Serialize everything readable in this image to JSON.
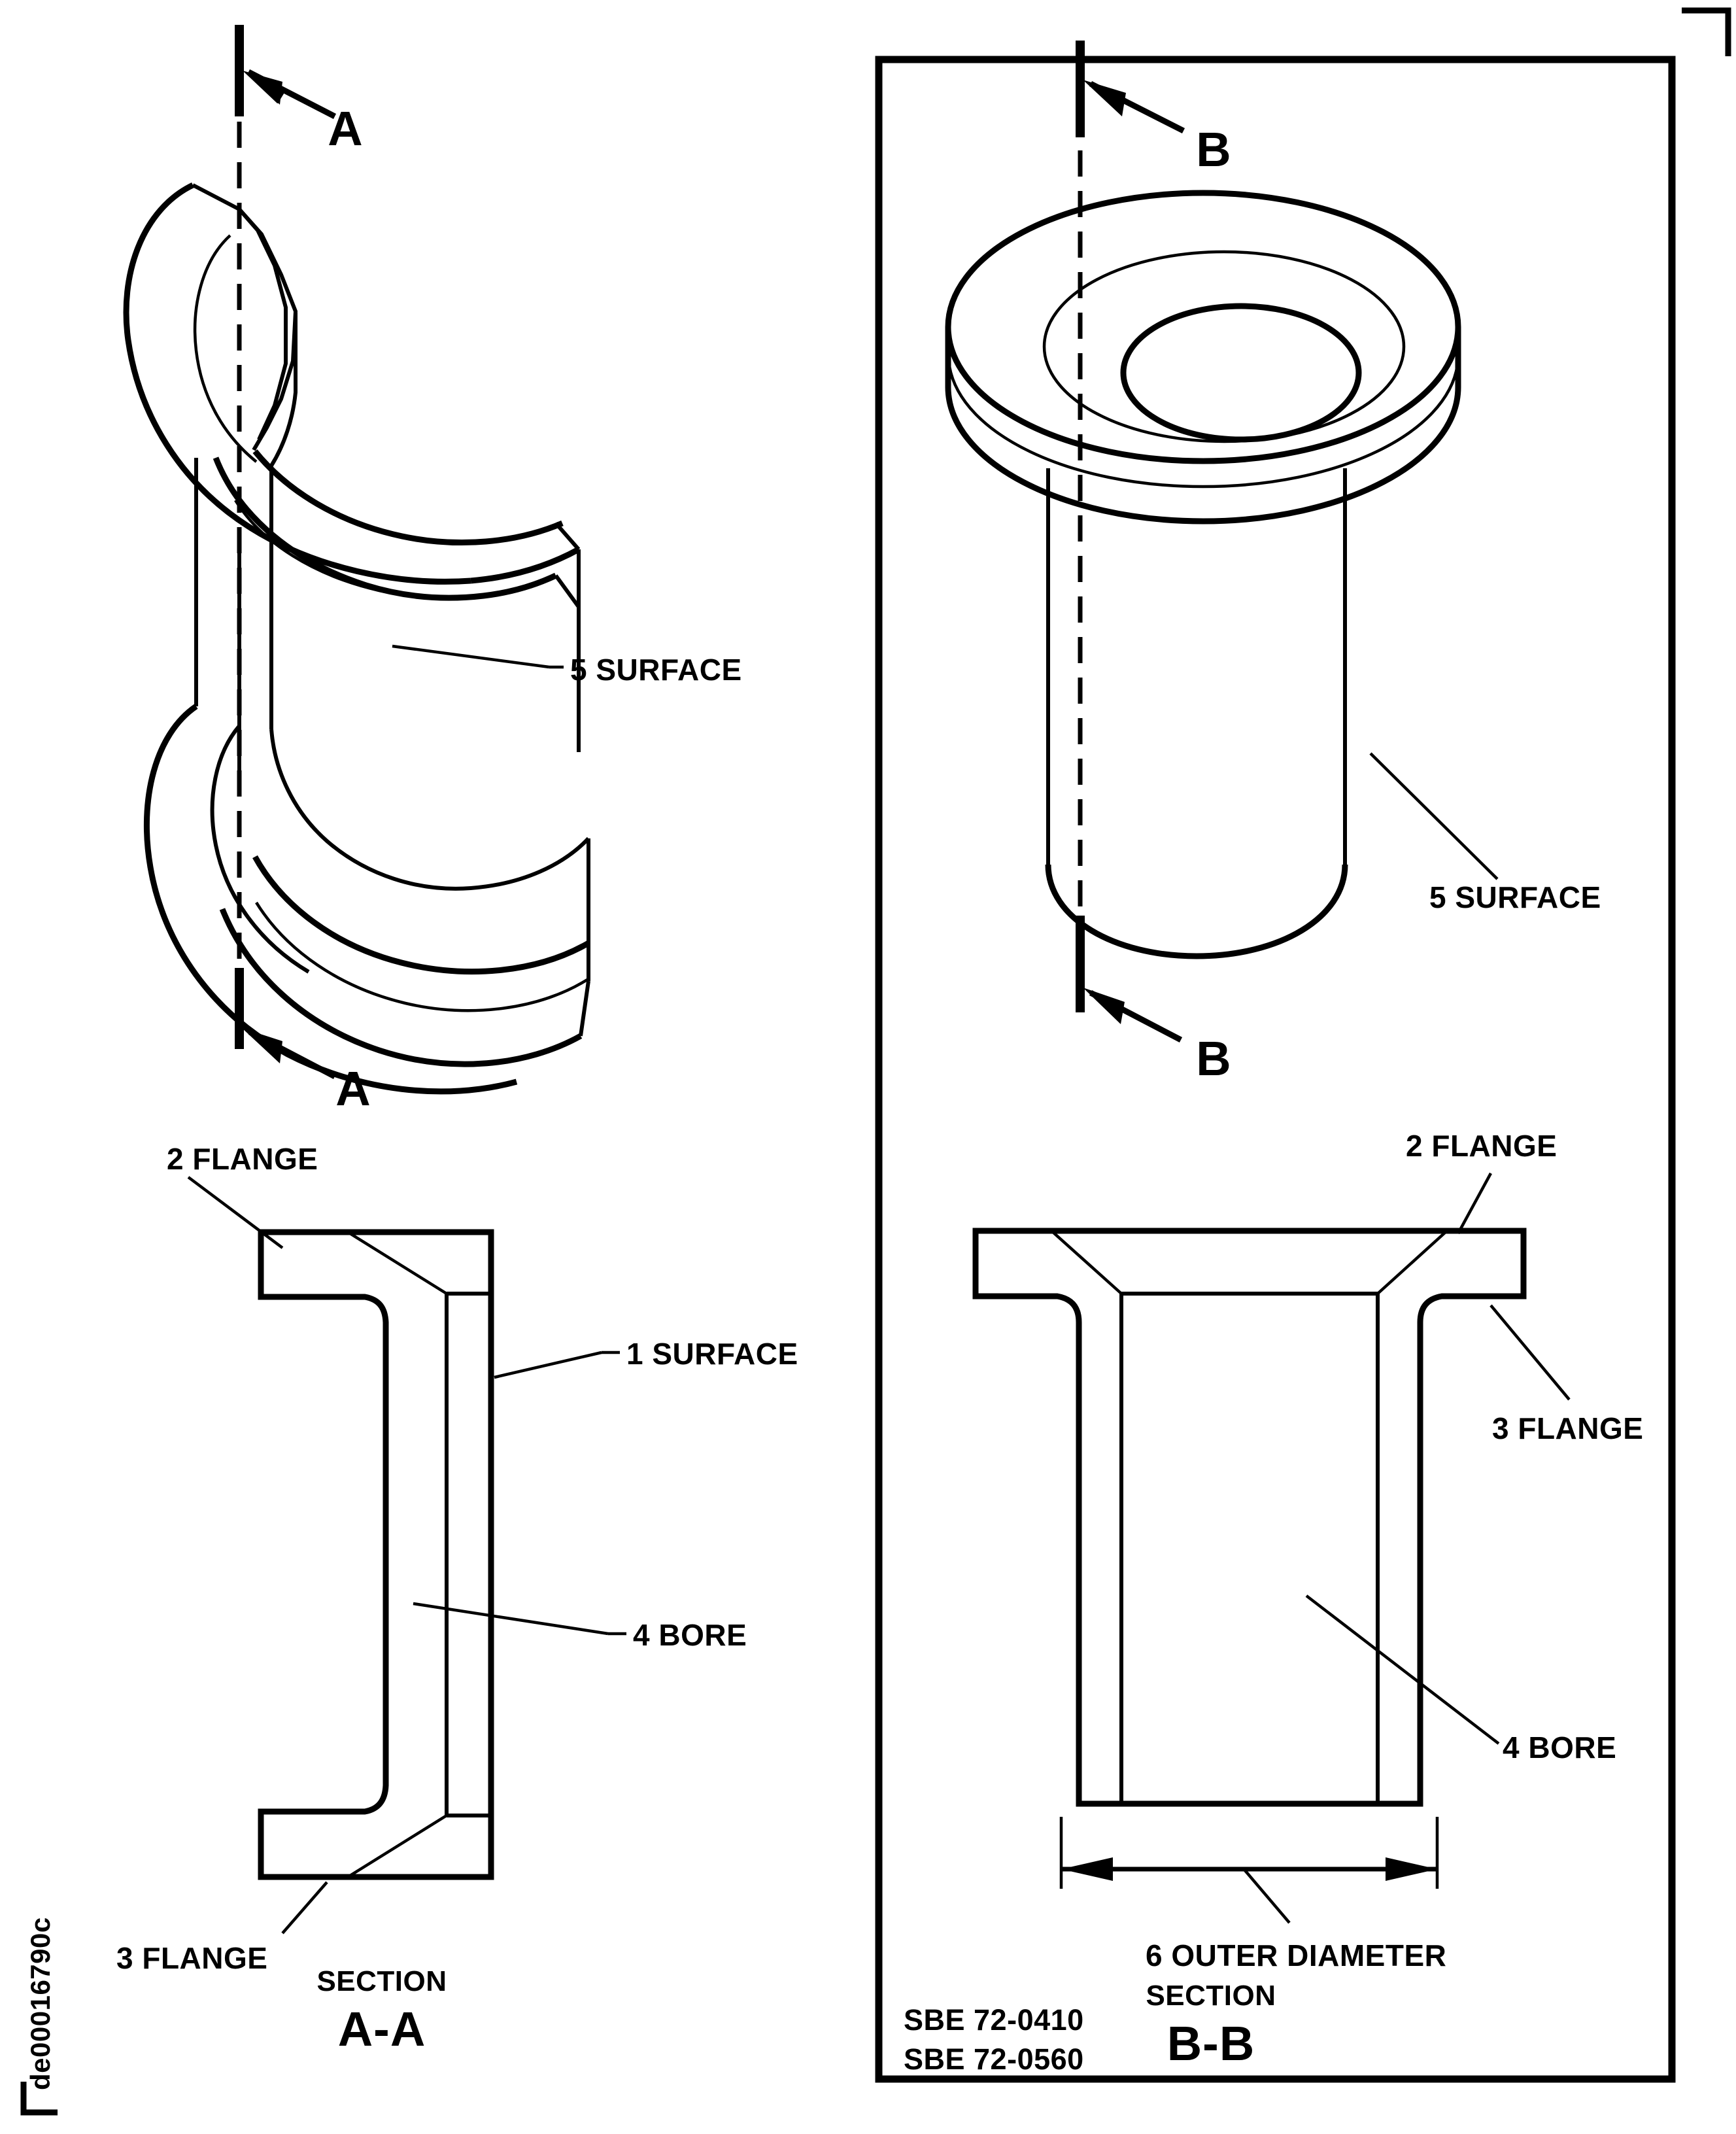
{
  "figure": {
    "id_code": "de00016790c",
    "description": "Flanged bushing — isometric cutaway and full isometric views with corresponding cross sections"
  },
  "left_panel": {
    "name": "cutaway-isometric-and-section-aa",
    "top_view": {
      "section_arrow_top_label": "A",
      "section_arrow_bottom_label": "A",
      "callouts": [
        {
          "id": "5",
          "text": "5 SURFACE"
        }
      ]
    },
    "section_view": {
      "section_word": "SECTION",
      "section_id": "A-A",
      "callouts": [
        {
          "id": "2",
          "text": "2 FLANGE"
        },
        {
          "id": "1",
          "text": "1 SURFACE"
        },
        {
          "id": "4",
          "text": "4 BORE"
        },
        {
          "id": "3",
          "text": "3 FLANGE"
        }
      ]
    }
  },
  "right_panel": {
    "name": "full-isometric-and-section-bb",
    "top_view": {
      "section_arrow_top_label": "B",
      "section_arrow_bottom_label": "B",
      "callouts": [
        {
          "id": "5",
          "text": "5 SURFACE"
        }
      ]
    },
    "section_view": {
      "section_word": "SECTION",
      "section_id": "B-B",
      "callouts": [
        {
          "id": "2",
          "text": "2 FLANGE"
        },
        {
          "id": "3",
          "text": "3 FLANGE"
        },
        {
          "id": "4",
          "text": "4 BORE"
        },
        {
          "id": "6",
          "text": "6 OUTER DIAMETER"
        }
      ]
    },
    "part_numbers": [
      "SBE 72-0410",
      "SBE 72-0560"
    ]
  },
  "colors": {
    "line": "#000000",
    "background": "#ffffff"
  }
}
